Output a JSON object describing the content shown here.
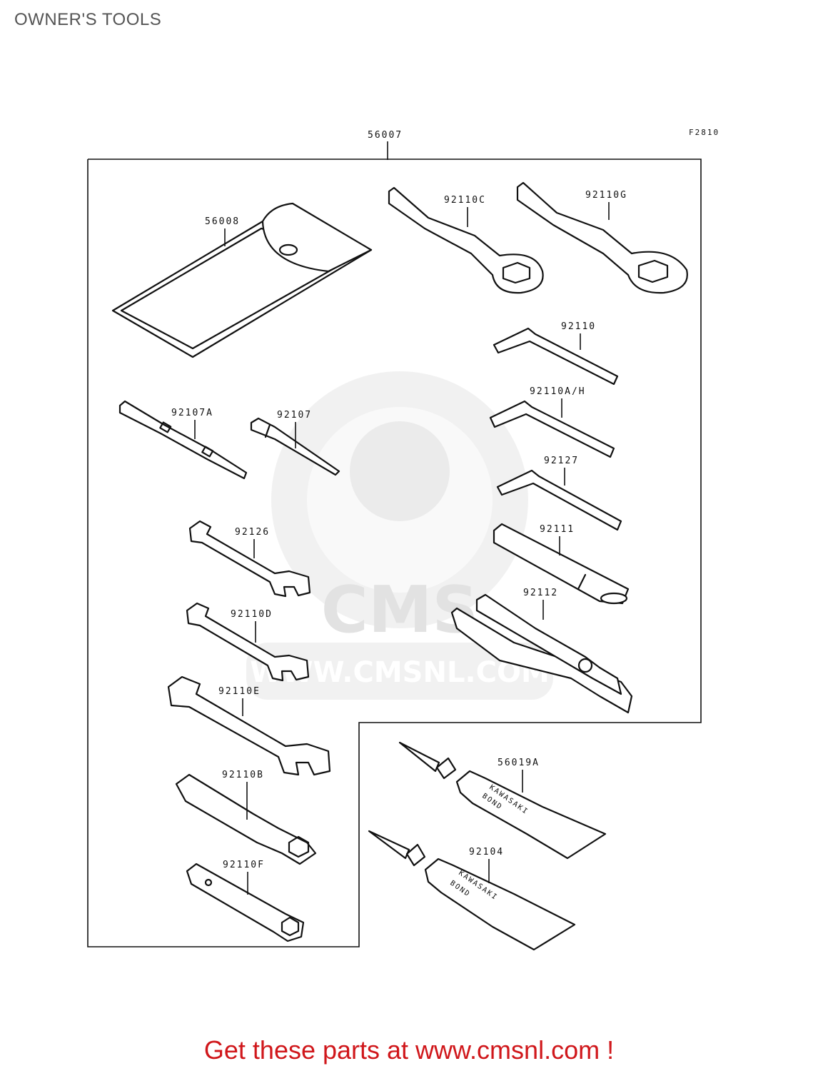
{
  "page_title": "OWNER'S TOOLS",
  "figure_code": "F2810",
  "kit_part": "56007",
  "parts": {
    "tool_bag": "56008",
    "ring_wrench_c": "92110C",
    "ring_wrench_g": "92110G",
    "hex_wrench": "92110",
    "hex_wrench_ah": "92110A/H",
    "hex_wrench_27": "92127",
    "handle": "92111",
    "pliers": "92112",
    "screwdriver_a": "92107A",
    "screwdriver": "92107",
    "wrench_26": "92126",
    "wrench_d": "92110D",
    "wrench_e": "92110E",
    "box_wrench_b": "92110B",
    "box_wrench_f": "92110F",
    "bond_a": "56019A",
    "bond": "92104"
  },
  "tube_labels": {
    "brand": "KAWASAKI",
    "product": "BOND"
  },
  "watermark": {
    "logo": "CMS",
    "url": "WWW.CMSNL.COM"
  },
  "footer_text": "Get these parts at www.cmsnl.com !"
}
